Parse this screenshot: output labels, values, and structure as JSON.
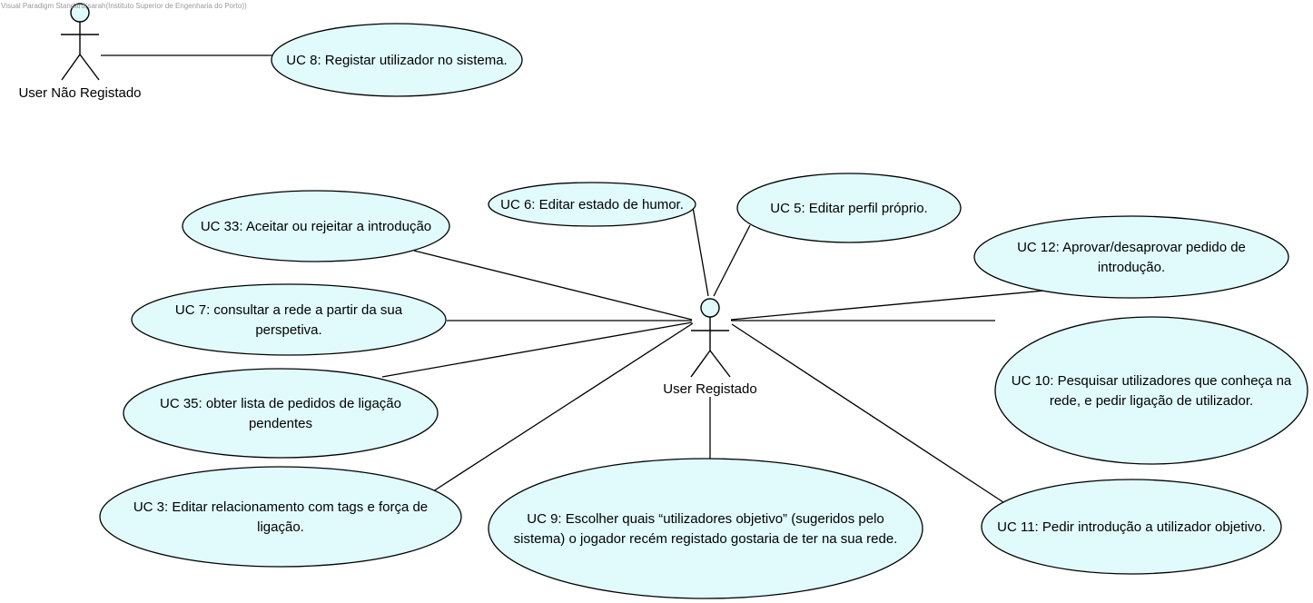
{
  "watermark": "Visual Paradigm Standard(sarah(Instituto Superior de Engenharia do Porto))",
  "actors": {
    "unregistered": "User Não Registado",
    "registered": "User Registado"
  },
  "use_cases": {
    "uc8": [
      "UC 8: Registar utilizador no sistema."
    ],
    "uc6": [
      "UC 6: Editar estado de humor."
    ],
    "uc5": [
      "UC 5: Editar perfil próprio."
    ],
    "uc33": [
      "UC 33: Aceitar ou rejeitar a introdução"
    ],
    "uc12": [
      "UC 12: Aprovar/desaprovar pedido de",
      "introdução."
    ],
    "uc7": [
      "UC 7: consultar a rede a partir da sua",
      "perspetiva."
    ],
    "uc10": [
      "UC 10: Pesquisar utilizadores que conheça na",
      "rede, e pedir ligação de utilizador."
    ],
    "uc35": [
      "UC 35: obter lista de pedidos de ligação",
      "pendentes"
    ],
    "uc3": [
      "UC 3: Editar relacionamento com tags e força de",
      "ligação."
    ],
    "uc9": [
      "UC 9: Escolher quais “utilizadores objetivo” (sugeridos pelo",
      "sistema) o jogador recém registado gostaria de ter na sua rede."
    ],
    "uc11": [
      "UC 11: Pedir introdução a utilizador objetivo."
    ]
  }
}
